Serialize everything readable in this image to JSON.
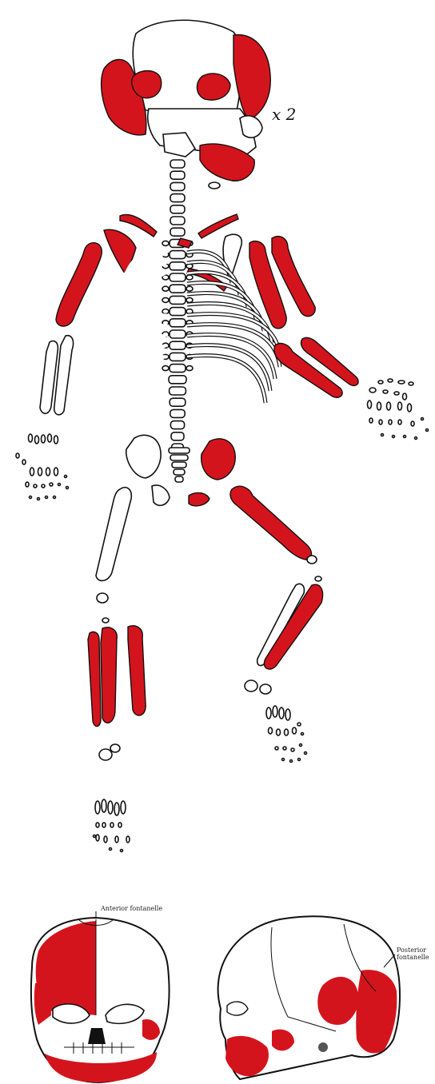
{
  "colors": {
    "recovered_bone": "#d4141c",
    "outline": "#111111",
    "background": "#ffffff"
  },
  "annotations": {
    "multiplier": "x 2",
    "anterior_fontanelle": "Anterior fontanelle",
    "posterior_fontanelle_line1": "Posterior",
    "posterior_fontanelle_line2": "fontanelle"
  }
}
